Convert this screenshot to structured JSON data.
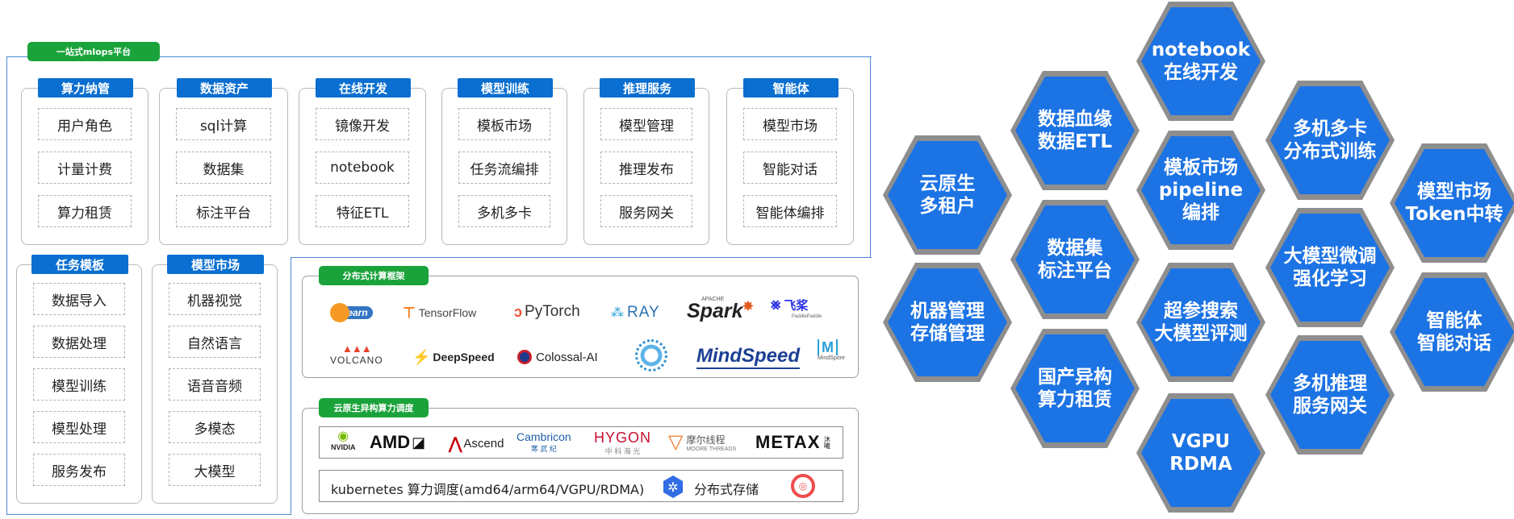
{
  "platform": {
    "tag": "一站式mlops平台"
  },
  "top_modules": [
    {
      "title": "算力纳管",
      "items": [
        "用户角色",
        "计量计费",
        "算力租赁"
      ]
    },
    {
      "title": "数据资产",
      "items": [
        "sql计算",
        "数据集",
        "标注平台"
      ]
    },
    {
      "title": "在线开发",
      "items": [
        "镜像开发",
        "notebook",
        "特征ETL"
      ]
    },
    {
      "title": "模型训练",
      "items": [
        "模板市场",
        "任务流编排",
        "多机多卡"
      ]
    },
    {
      "title": "推理服务",
      "items": [
        "模型管理",
        "推理发布",
        "服务网关"
      ]
    },
    {
      "title": "智能体",
      "items": [
        "模型市场",
        "智能对话",
        "智能体编排"
      ]
    }
  ],
  "bottom_modules": [
    {
      "title": "任务模板",
      "items": [
        "数据导入",
        "数据处理",
        "模型训练",
        "模型处理",
        "服务发布"
      ]
    },
    {
      "title": "模型市场",
      "items": [
        "机器视觉",
        "自然语言",
        "语音音频",
        "多模态",
        "大模型"
      ]
    }
  ],
  "distributed": {
    "tag": "分布式计算框架",
    "logos_row1": [
      "learn",
      "TensorFlow",
      "PyTorch",
      "RAY",
      "Spark",
      "飞桨"
    ],
    "logos_row2": [
      "VOLCANO",
      "DeepSpeed",
      "Colossal-AI",
      "MindSpeed",
      "M",
      "MindSpore"
    ],
    "spark_small": "APACHE",
    "paddle_small": "PaddlePaddle"
  },
  "cloud_native": {
    "tag": "云原生异构算力调度",
    "hardware": [
      "NVIDIA",
      "AMD",
      "Ascend",
      "Cambricon",
      "寒 武 纪",
      "HYGON",
      "中 科 海 光",
      "摩尔线程",
      "MOORE THREADS",
      "METAX",
      "沐曦"
    ],
    "k8s_text": "kubernetes 算力调度(amd64/arm64/VGPU/RDMA)",
    "storage_text": "分布式存储"
  },
  "hexagons": [
    {
      "lines": [
        "notebook",
        "在线开发"
      ]
    },
    {
      "lines": [
        "数据血缘",
        "数据ETL"
      ]
    },
    {
      "lines": [
        "多机多卡",
        "分布式训练"
      ]
    },
    {
      "lines": [
        "云原生",
        "多租户"
      ]
    },
    {
      "lines": [
        "模板市场",
        "pipeline",
        "编排"
      ]
    },
    {
      "lines": [
        "模型市场",
        "Token中转"
      ]
    },
    {
      "lines": [
        "数据集",
        "标注平台"
      ]
    },
    {
      "lines": [
        "大模型微调",
        "强化学习"
      ]
    },
    {
      "lines": [
        "机器管理",
        "存储管理"
      ]
    },
    {
      "lines": [
        "超参搜索",
        "大模型评测"
      ]
    },
    {
      "lines": [
        "智能体",
        "智能对话"
      ]
    },
    {
      "lines": [
        "国产异构",
        "算力租赁"
      ]
    },
    {
      "lines": [
        "多机推理",
        "服务网关"
      ]
    },
    {
      "lines": [
        "VGPU",
        "RDMA"
      ]
    }
  ],
  "colors": {
    "module_blue": "#0a6fd0",
    "hex_blue": "#1c73e4",
    "hex_border": "#8e8e8e",
    "tag_green": "#1aa33a",
    "frame_blue": "#4a8ad4"
  }
}
